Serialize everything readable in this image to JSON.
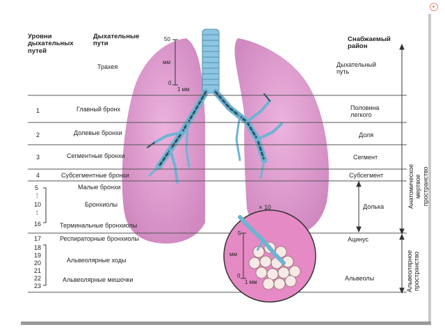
{
  "headers": {
    "levels": "Уровни\nдыхательных\nпутей",
    "airways": "Дыхательные\nпути",
    "region": "Снабжаемый\nрайон"
  },
  "scale_top": {
    "v50": "50",
    "unit": "мм",
    "v0": "0",
    "bar": "1 мм"
  },
  "scale_inset": {
    "v5": "5",
    "unit": "мм",
    "v0": "0",
    "bar": "1 мм",
    "zoom": "× 10"
  },
  "trachea": "Трахея",
  "airway_rows": [
    {
      "num": "1",
      "name": "Главный бронх",
      "region": "Половина\nлегкого"
    },
    {
      "num": "2",
      "name": "Долевые бронхи",
      "region": "Доля"
    },
    {
      "num": "3",
      "name": "Сегментные бронхи",
      "region": "Сегмент"
    },
    {
      "num": "4",
      "name": "Субсегментные бронхи",
      "region": "Субсегмент"
    }
  ],
  "numbers": [
    "5",
    "⁞",
    "10",
    "⁞",
    "16",
    "17",
    "18",
    "19",
    "20",
    "21",
    "22",
    "23"
  ],
  "names": {
    "small_bronchi": "Малые бронхи",
    "bronchioles": "Бронхиолы",
    "terminal": "Терминальные бронхиолы",
    "respiratory": "Респираторные бронхиолы",
    "alv_ducts": "Альвеолярные ходы",
    "alv_sacs": "Альвеолярные мешочки"
  },
  "regions": {
    "airway": "Дыхательный\nпуть",
    "lobule": "Долька",
    "acinus": "Ацинус",
    "alveoli": "Альвеолы"
  },
  "vertical": {
    "dead_space": "Анатомическое мертвое пространство",
    "alveolar_space": "Альвеолярное\nпространство"
  },
  "colors": {
    "lung": "#d98bc7",
    "airway": "#8fc6df",
    "line": "#555555"
  }
}
